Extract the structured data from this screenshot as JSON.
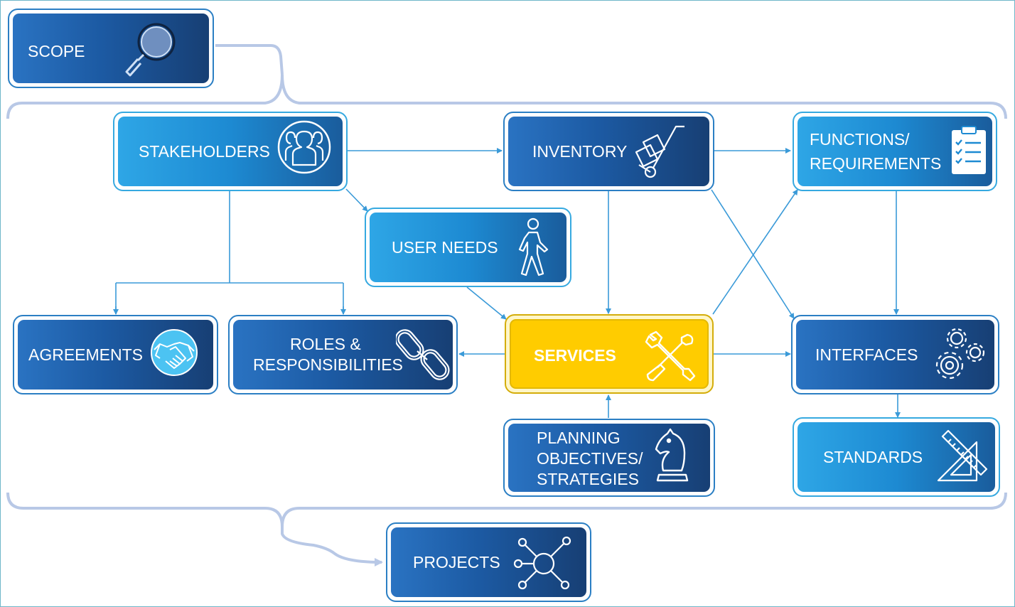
{
  "nodes": {
    "scope": {
      "label": "SCOPE",
      "icon": "magnifier-icon"
    },
    "stakeholders": {
      "label": "STAKEHOLDERS",
      "icon": "people-group-icon"
    },
    "inventory": {
      "label": "INVENTORY",
      "icon": "hand-truck-icon"
    },
    "functions": {
      "line1": "FUNCTIONS/",
      "line2": "REQUIREMENTS",
      "icon": "clipboard-checklist-icon"
    },
    "user_needs": {
      "label": "USER NEEDS",
      "icon": "walking-person-icon"
    },
    "agreements": {
      "label": "AGREEMENTS",
      "icon": "handshake-icon"
    },
    "roles": {
      "line1": "ROLES &",
      "line2": "RESPONSIBILITIES",
      "icon": "chain-link-icon"
    },
    "services": {
      "label": "SERVICES",
      "icon": "tools-icon"
    },
    "interfaces": {
      "label": "INTERFACES",
      "icon": "gears-icon"
    },
    "planning": {
      "line1": "PLANNING",
      "line2": "OBJECTIVES/",
      "line3": "STRATEGIES",
      "icon": "chess-knight-icon"
    },
    "standards": {
      "label": "STANDARDS",
      "icon": "ruler-triangle-icon"
    },
    "projects": {
      "label": "PROJECTS",
      "icon": "network-hub-icon"
    }
  },
  "colors": {
    "dark_box": "#1c5aa3",
    "light_box": "#1d8ad2",
    "highlight": "#ffcc00",
    "connector": "#3a9ad8",
    "bracket": "#b8c8e6"
  }
}
